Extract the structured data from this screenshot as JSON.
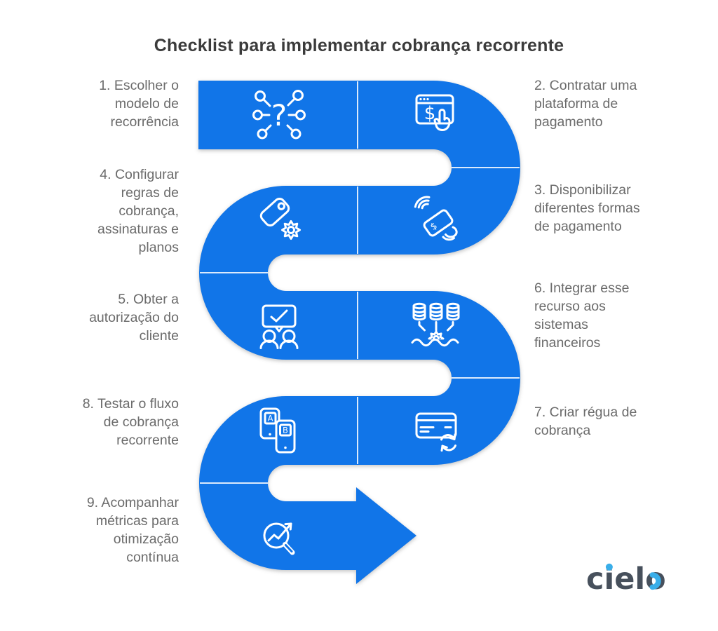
{
  "title": "Checklist para implementar cobrança recorrente",
  "steps": [
    {
      "number": "1",
      "label": "1. Escolher o\nmodelo de\nrecorrência",
      "icon": "decision-network-icon"
    },
    {
      "number": "2",
      "label": "2. Contratar uma\nplataforma de\npagamento",
      "icon": "payment-platform-click-icon"
    },
    {
      "number": "3",
      "label": "3. Disponibilizar\ndiferentes formas\nde pagamento",
      "icon": "contactless-payment-icon"
    },
    {
      "number": "4",
      "label": "4. Configurar\nregras de\ncobrança,\nassinaturas e\nplanos",
      "icon": "price-tag-gear-icon"
    },
    {
      "number": "5",
      "label": "5. Obter a\nautorização do\ncliente",
      "icon": "customer-approval-icon"
    },
    {
      "number": "6",
      "label": "6. Integrar esse\nrecurso aos\nsistemas\nfinanceiros",
      "icon": "data-integration-gear-icon"
    },
    {
      "number": "7",
      "label": "7. Criar régua de\ncobrança",
      "icon": "card-recurring-payment-icon"
    },
    {
      "number": "8",
      "label": "8. Testar o fluxo\nde cobrança\nrecorrente",
      "icon": "ab-test-phones-icon"
    },
    {
      "number": "9",
      "label": "9. Acompanhar\nmétricas para\notimização\ncontínua",
      "icon": "metrics-magnifier-icon"
    }
  ],
  "icon_glyphs": {
    "question": "?",
    "dollar": "$",
    "phone_a": "A",
    "phone_b": "B"
  },
  "logo": {
    "text": "cielo"
  },
  "colors": {
    "snake_blue": "#1175E8",
    "icon_stroke": "#FFFFFF",
    "text_gray": "#6B6B6B",
    "title_dark": "#3B3B3B",
    "logo_slate": "#47505C",
    "logo_accent": "#39AEE9",
    "divider": "#FFFFFF"
  }
}
